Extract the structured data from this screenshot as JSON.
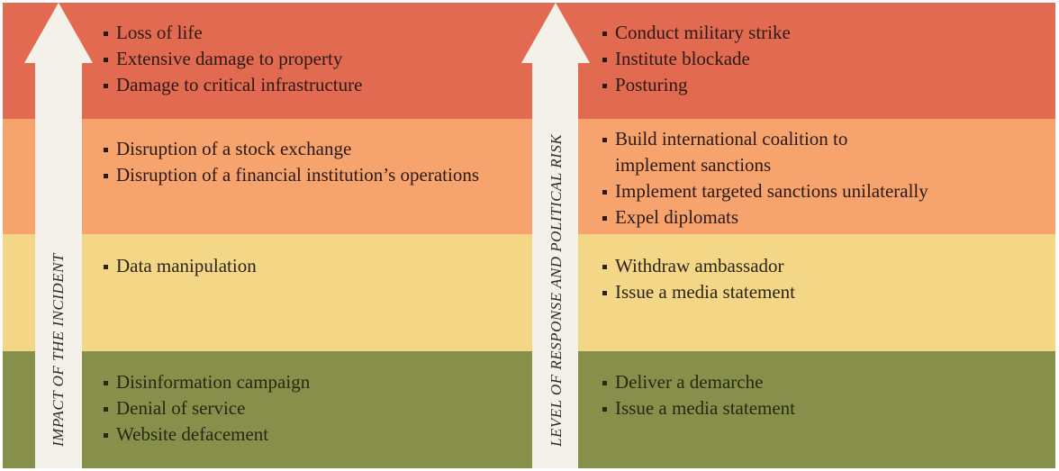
{
  "colors": {
    "red": "#E26A50",
    "orange": "#F6A36E",
    "yellow": "#F4D786",
    "green": "#87904B",
    "arrow": "#F4F1EA"
  },
  "axes": {
    "left_label": "IMPACT OF THE INCIDENT",
    "right_label": "LEVEL OF RESPONSE AND POLITICAL RISK"
  },
  "bands": [
    {
      "level": "red",
      "impact": [
        "Loss of life",
        "Extensive damage to property",
        "Damage to critical infrastructure"
      ],
      "response": [
        "Conduct military strike",
        "Institute blockade",
        "Posturing"
      ]
    },
    {
      "level": "orange",
      "impact": [
        "Disruption of a stock exchange",
        "Disruption of a financial institution’s operations"
      ],
      "response": [
        "Build international coalition to implement sanctions",
        "Implement targeted sanctions unilaterally",
        "Expel diplomats"
      ]
    },
    {
      "level": "yellow",
      "impact": [
        "Data manipulation"
      ],
      "response": [
        "Withdraw ambassador",
        "Issue a media statement"
      ]
    },
    {
      "level": "green",
      "impact": [
        "Disinformation campaign",
        "Denial of service",
        "Website defacement"
      ],
      "response": [
        "Deliver a demarche",
        "Issue a media statement"
      ]
    }
  ]
}
